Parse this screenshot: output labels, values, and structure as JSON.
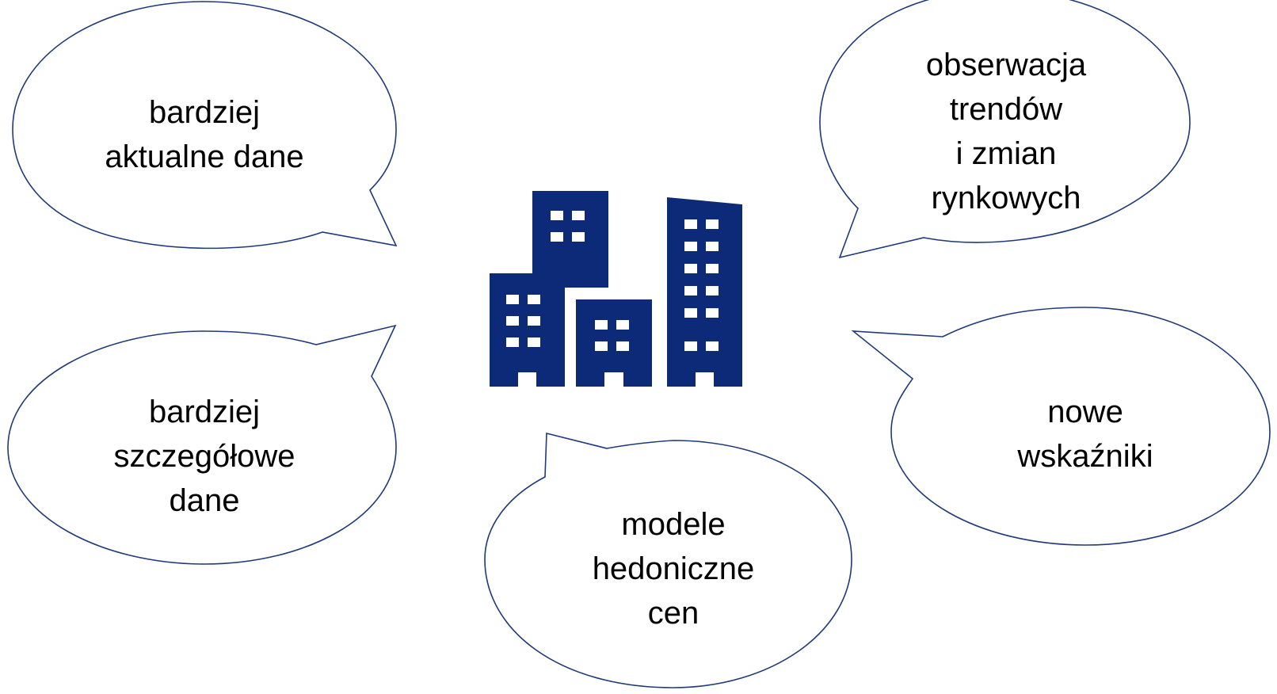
{
  "colors": {
    "outline": "#1F3A7A",
    "building": "#0C2A78",
    "background": "#FFFFFF",
    "text": "#000000"
  },
  "center_icon": "city-buildings-icon",
  "bubbles": {
    "top_left": {
      "lines": [
        "bardziej",
        "aktualne dane"
      ]
    },
    "top_right": {
      "lines": [
        "obserwacja",
        "trendów",
        "i zmian",
        "rynkowych"
      ]
    },
    "bottom_left": {
      "lines": [
        "bardziej",
        "szczegółowe",
        "dane"
      ]
    },
    "bottom_center": {
      "lines": [
        "modele",
        "hedoniczne",
        "cen"
      ]
    },
    "right": {
      "lines": [
        "nowe",
        "wskaźniki"
      ]
    }
  }
}
